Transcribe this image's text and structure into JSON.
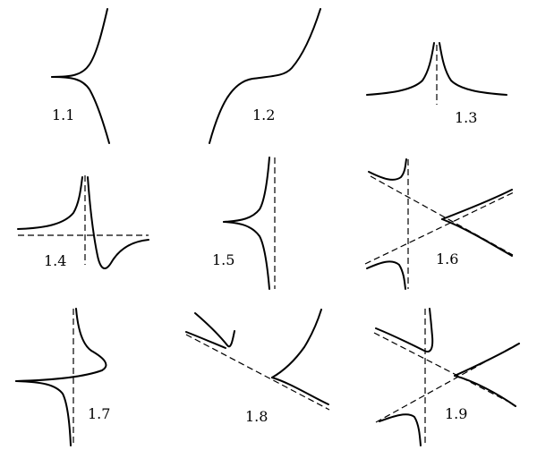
{
  "figure": {
    "panels": [
      {
        "label": "1.1"
      },
      {
        "label": "1.2"
      },
      {
        "label": "1.3"
      },
      {
        "label": "1.4"
      },
      {
        "label": "1.5"
      },
      {
        "label": "1.6"
      },
      {
        "label": "1.7"
      },
      {
        "label": "1.8"
      },
      {
        "label": "1.9"
      }
    ]
  }
}
